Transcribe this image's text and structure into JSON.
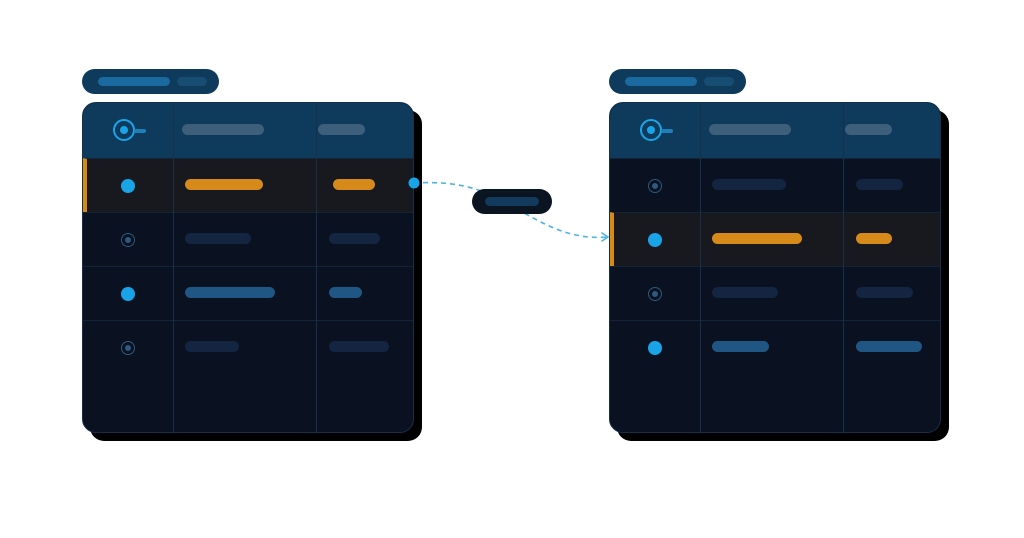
{
  "colors": {
    "panel_body": "#0a1120",
    "panel_header": "#0e3a5c",
    "active_row": "#17191f",
    "accent_orange": "#d68a1a",
    "accent_blue": "#1aa4e8",
    "placeholder_dark": "#132540",
    "placeholder_blue": "#1f5683",
    "header_placeholder": "#3e5f7c",
    "divider": "#17304a",
    "tag_bg": "#0e3a5c",
    "tag_bar_a": "#1a6aa0",
    "tag_bar_b": "#184d73",
    "shadow": "#000000",
    "connector": "#4fb3e0",
    "center_pill_bg": "#0b1522",
    "center_pill_bar": "#123a5c"
  },
  "icons": {
    "header_key": "key-icon",
    "row_selected": "filled-dot-icon",
    "row_unselected": "radio-ring-icon",
    "arrow": "chevron-right-icon"
  },
  "left_table": {
    "active_row": 1,
    "rows": [
      {
        "marker": "filled",
        "highlight": "orange"
      },
      {
        "marker": "ring",
        "highlight": "dark"
      },
      {
        "marker": "filled",
        "highlight": "blue"
      },
      {
        "marker": "ring",
        "highlight": "dark"
      }
    ]
  },
  "right_table": {
    "active_row": 2,
    "rows": [
      {
        "marker": "ring",
        "highlight": "dark"
      },
      {
        "marker": "filled",
        "highlight": "orange"
      },
      {
        "marker": "ring",
        "highlight": "dark"
      },
      {
        "marker": "filled",
        "highlight": "blue"
      }
    ]
  }
}
